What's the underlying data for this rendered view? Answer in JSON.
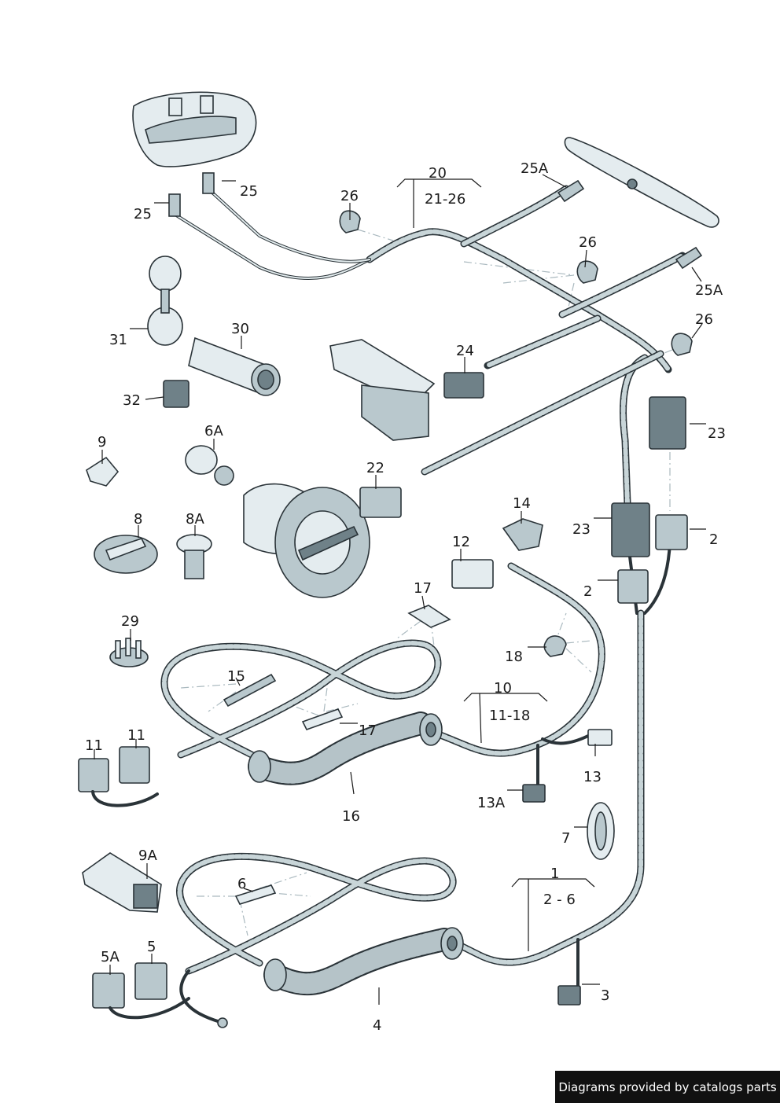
{
  "callouts": {
    "c20": "20",
    "c21_26": "21-26",
    "c25a_top": "25A",
    "c25a_right": "25A",
    "c25_upper": "25",
    "c25_lower": "25",
    "c26_left": "26",
    "c26_mid": "26",
    "c26_right": "26",
    "c31": "31",
    "c30": "30",
    "c24": "24",
    "c32": "32",
    "c23_right": "23",
    "c23_left": "23",
    "c6a": "6A",
    "c9": "9",
    "c22": "22",
    "c14": "14",
    "c8": "8",
    "c8a": "8A",
    "c12": "12",
    "c2_right": "2",
    "c2_left": "2",
    "c17_top": "17",
    "c17_bottom": "17",
    "c29": "29",
    "c18": "18",
    "c15": "15",
    "c10": "10",
    "c11_18": "11-18",
    "c11_left": "11",
    "c11_right": "11",
    "c13": "13",
    "c13a": "13A",
    "c16": "16",
    "c7": "7",
    "c9a": "9A",
    "c1": "1",
    "c2_6": "2 - 6",
    "c6": "6",
    "c5a": "5A",
    "c5": "5",
    "c3": "3",
    "c4": "4"
  },
  "footer": {
    "credit": "Diagrams provided by catalogs parts"
  }
}
